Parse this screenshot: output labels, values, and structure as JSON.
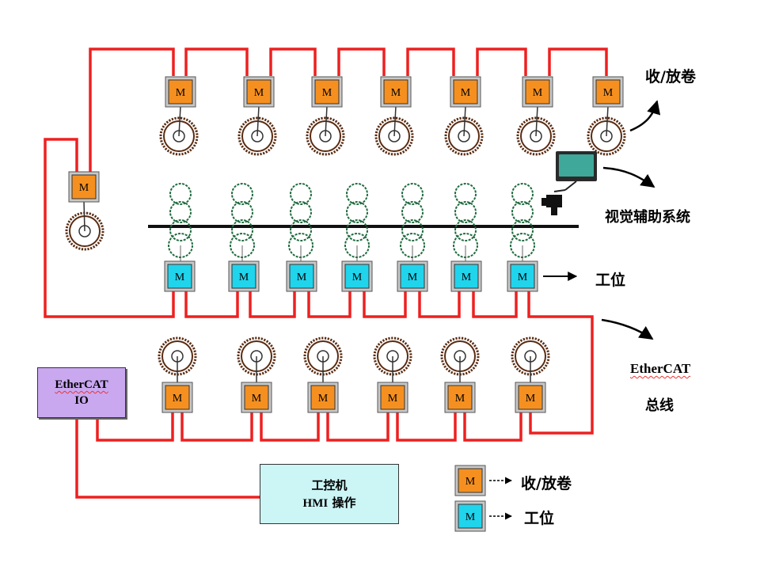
{
  "motor": {
    "label": "M",
    "types": {
      "winding": {
        "fill": "#f59020"
      },
      "station": {
        "fill": "#20d4ec"
      }
    },
    "top_row": {
      "count": 7,
      "type": "winding"
    },
    "left_motor": {
      "type": "winding"
    },
    "station_row": {
      "count": 7,
      "type": "station"
    },
    "bottom_row": {
      "count": 6,
      "type": "winding"
    }
  },
  "colors": {
    "bus": "#ee2020",
    "roll_stroke": "#5a2c12",
    "roller_stroke": "#1f6b3e",
    "web": "#111111",
    "monitor": "#3fa89a"
  },
  "labels": {
    "unwind_rewind": "收/放卷",
    "vision_system": "视觉辅助系统",
    "station": "工位",
    "ethercat": "EtherCAT",
    "bus": "总线"
  },
  "ethercat_io": {
    "line1": "EtherCAT",
    "line2": "IO"
  },
  "ipc": {
    "line1": "工控机",
    "line2_latin": "HMI",
    "line2_cn": "操作"
  },
  "legend": {
    "items": [
      {
        "type": "winding",
        "label": "收/放卷"
      },
      {
        "type": "station",
        "label": "工位"
      }
    ]
  }
}
